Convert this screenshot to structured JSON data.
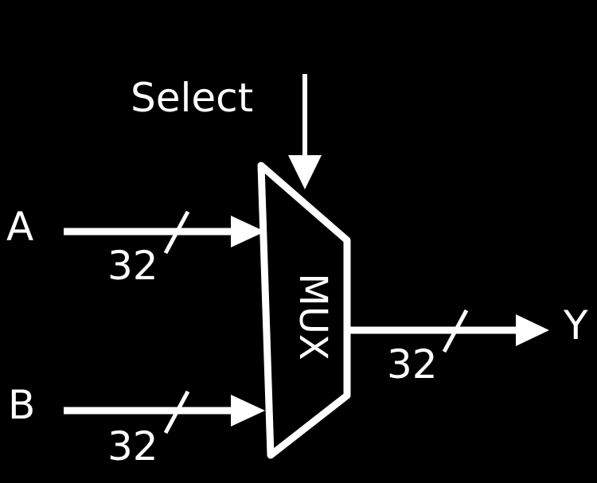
{
  "diagram": {
    "select_label": "Select",
    "input_a_label": "A",
    "input_b_label": "B",
    "output_label": "Y",
    "mux_label": "MUX",
    "bus_width_a": "32",
    "bus_width_b": "32",
    "bus_width_y": "32"
  },
  "colors": {
    "background": "#000000",
    "foreground": "#ffffff"
  }
}
